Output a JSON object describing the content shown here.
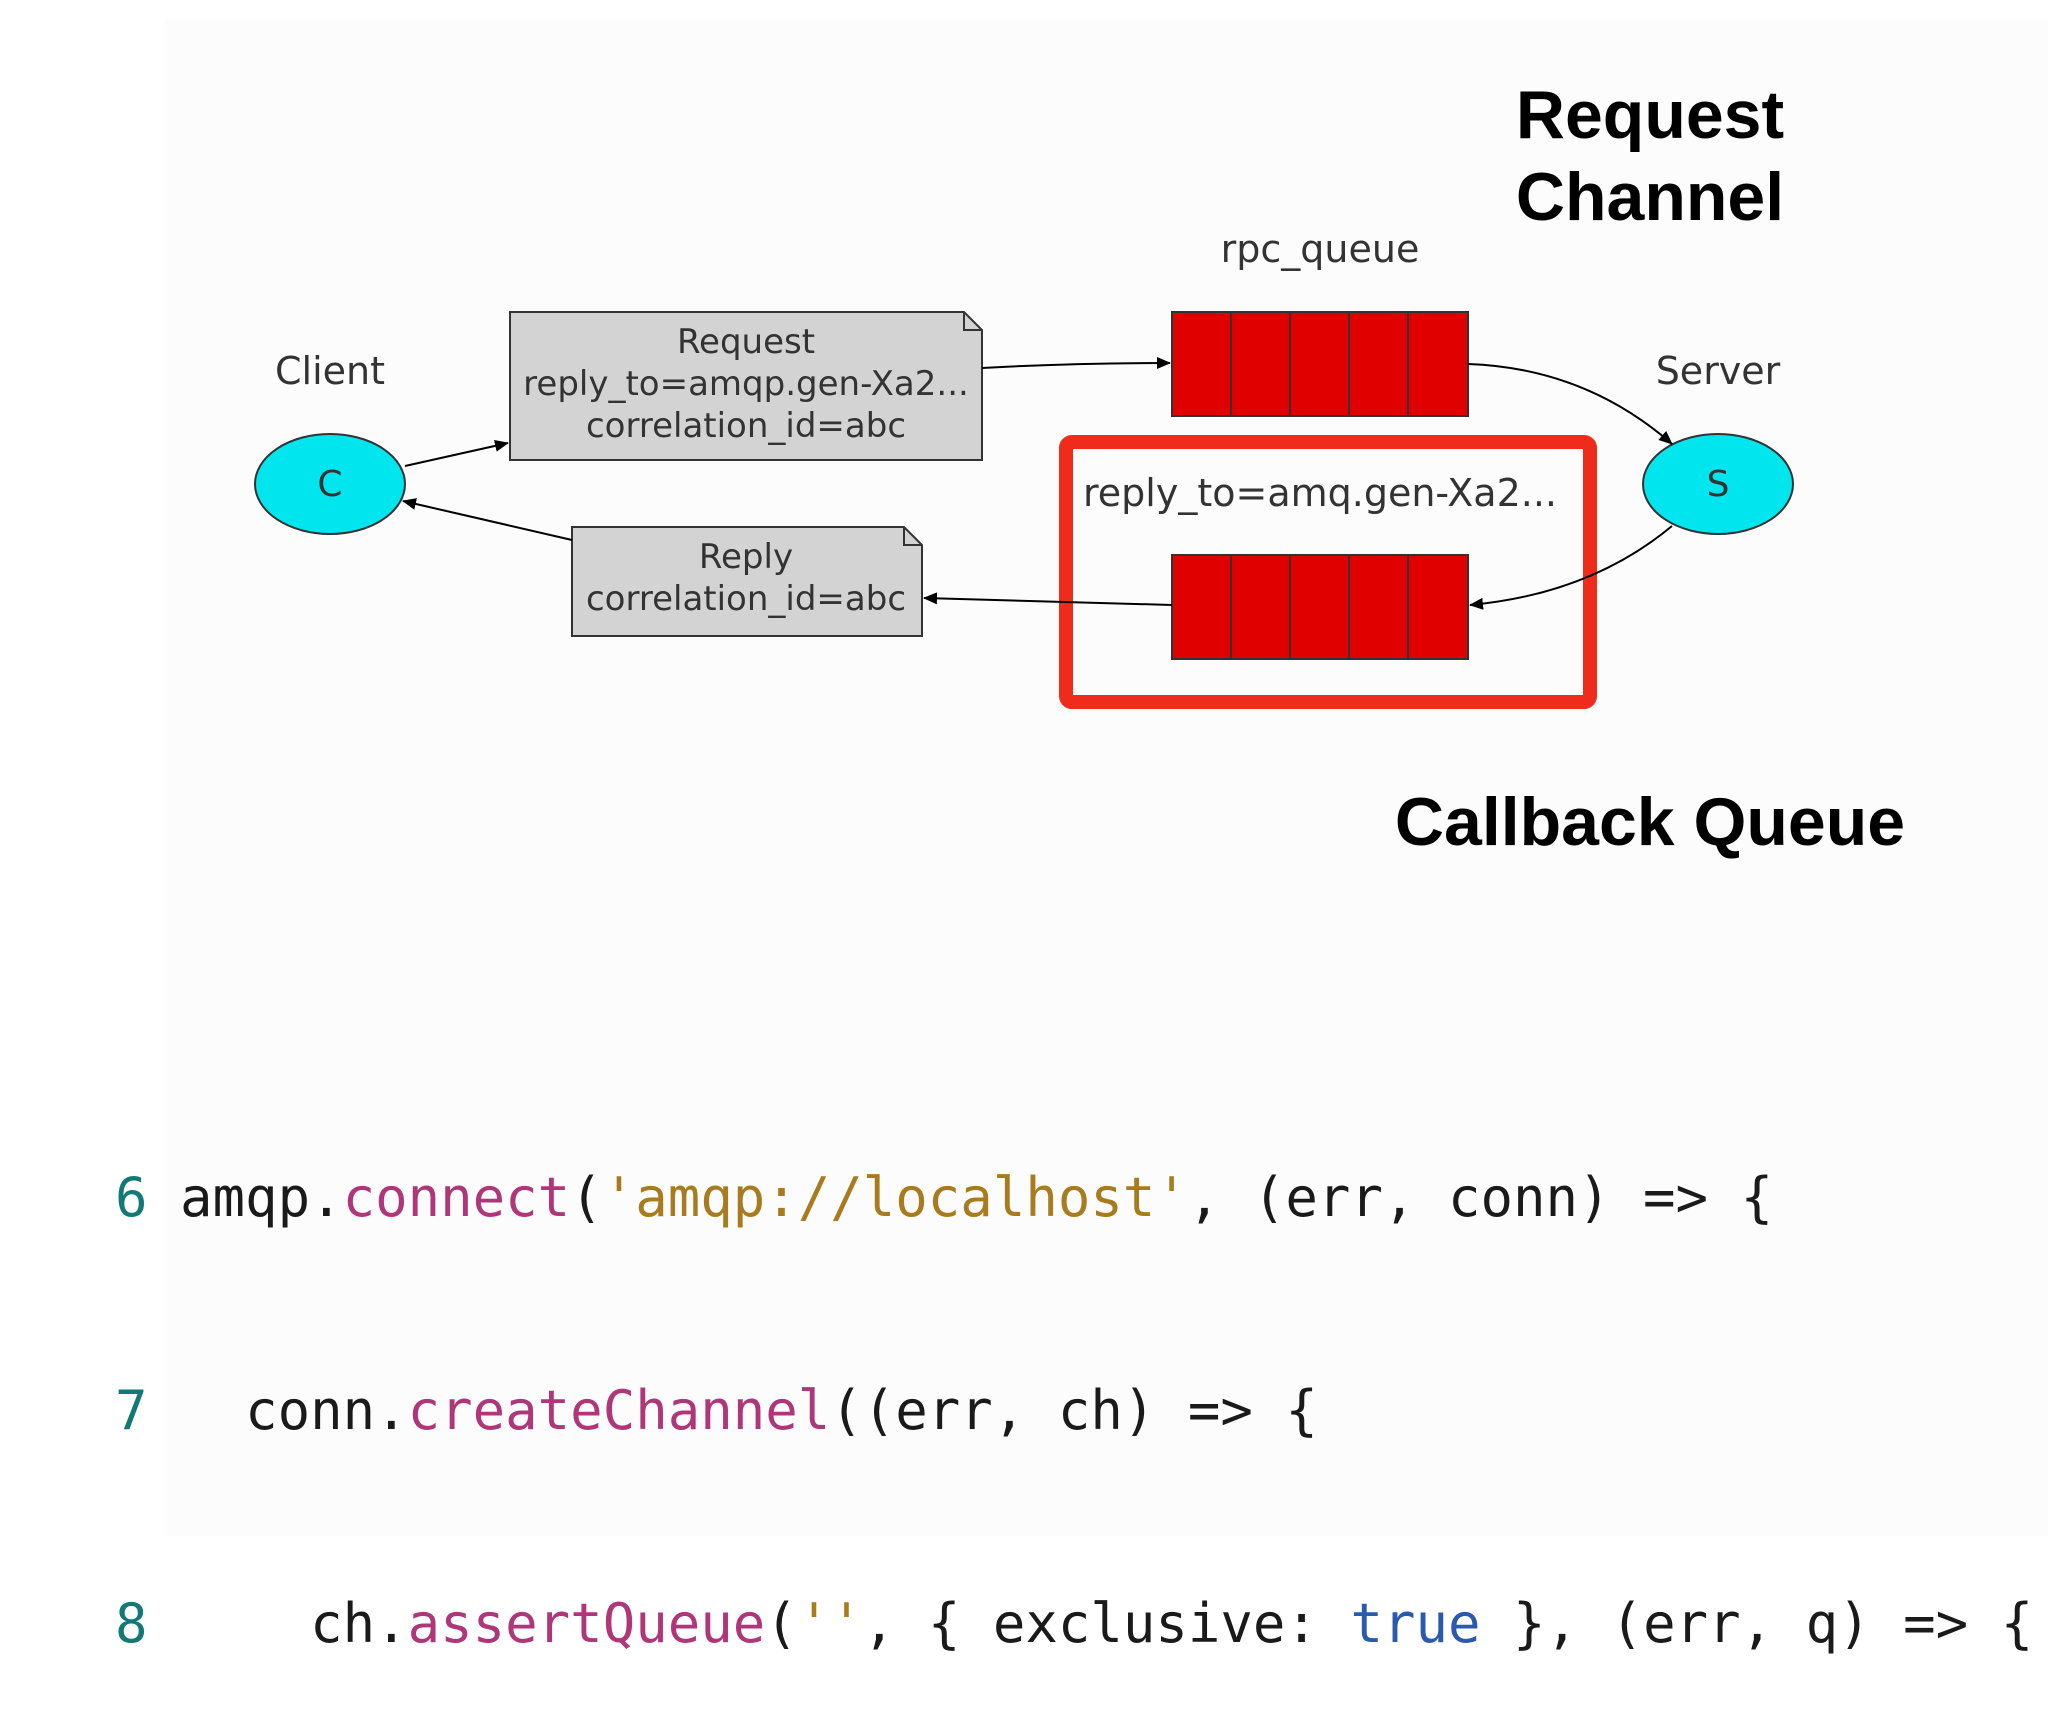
{
  "labels": {
    "request_channel_line1": "Request",
    "request_channel_line2": "Channel",
    "callback_queue": "Callback Queue"
  },
  "diagram": {
    "client_label": "Client",
    "client_node": "C",
    "server_label": "Server",
    "server_node": "S",
    "rpc_queue_label": "rpc_queue",
    "reply_queue_label": "reply_to=amq.gen-Xa2...",
    "request_note": {
      "title": "Request",
      "reply_to": "reply_to=amqp.gen-Xa2...",
      "correlation_id": "correlation_id=abc"
    },
    "reply_note": {
      "title": "Reply",
      "correlation_id": "correlation_id=abc"
    },
    "colors": {
      "queue_fill": "#e00000",
      "node_fill": "#00e5ee",
      "note_fill": "#d3d3d3",
      "highlight_border": "#ef2b1b"
    }
  },
  "code": {
    "lines": [
      {
        "number": "6",
        "indent": "",
        "parts": [
          "amqp.",
          "connect",
          "(",
          "'amqp://localhost'",
          ", (err, conn) => {"
        ]
      },
      {
        "number": "7",
        "indent": "  ",
        "parts": [
          "conn.",
          "createChannel",
          "((err, ch) => {"
        ]
      },
      {
        "number": "8",
        "indent": "    ",
        "parts": [
          "ch.",
          "assertQueue",
          "(",
          "''",
          ", { exclusive: ",
          "true",
          " }, (err, q) => {"
        ]
      }
    ]
  }
}
